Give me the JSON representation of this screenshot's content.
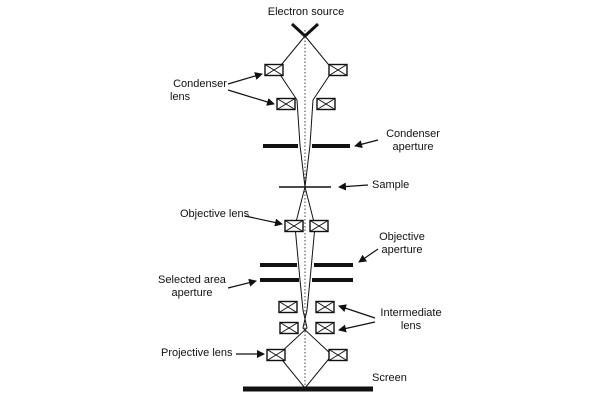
{
  "labels": {
    "electron_source": "Electron source",
    "condenser_lens": [
      "Condenser",
      "lens"
    ],
    "condenser_aperture": [
      "Condenser",
      "aperture"
    ],
    "sample": "Sample",
    "objective_lens": "Objective lens",
    "objective_aperture": [
      "Objective",
      "aperture"
    ],
    "selected_area_aperture": [
      "Selected area",
      "aperture"
    ],
    "intermediate_lens": [
      "Intermediate",
      "lens"
    ],
    "projective_lens": "Projective lens",
    "screen": "Screen"
  },
  "colors": {
    "stroke": "#111111",
    "background": "#ffffff"
  },
  "icons": {
    "lens": "lens-box-icon",
    "arrow": "arrow-icon"
  }
}
